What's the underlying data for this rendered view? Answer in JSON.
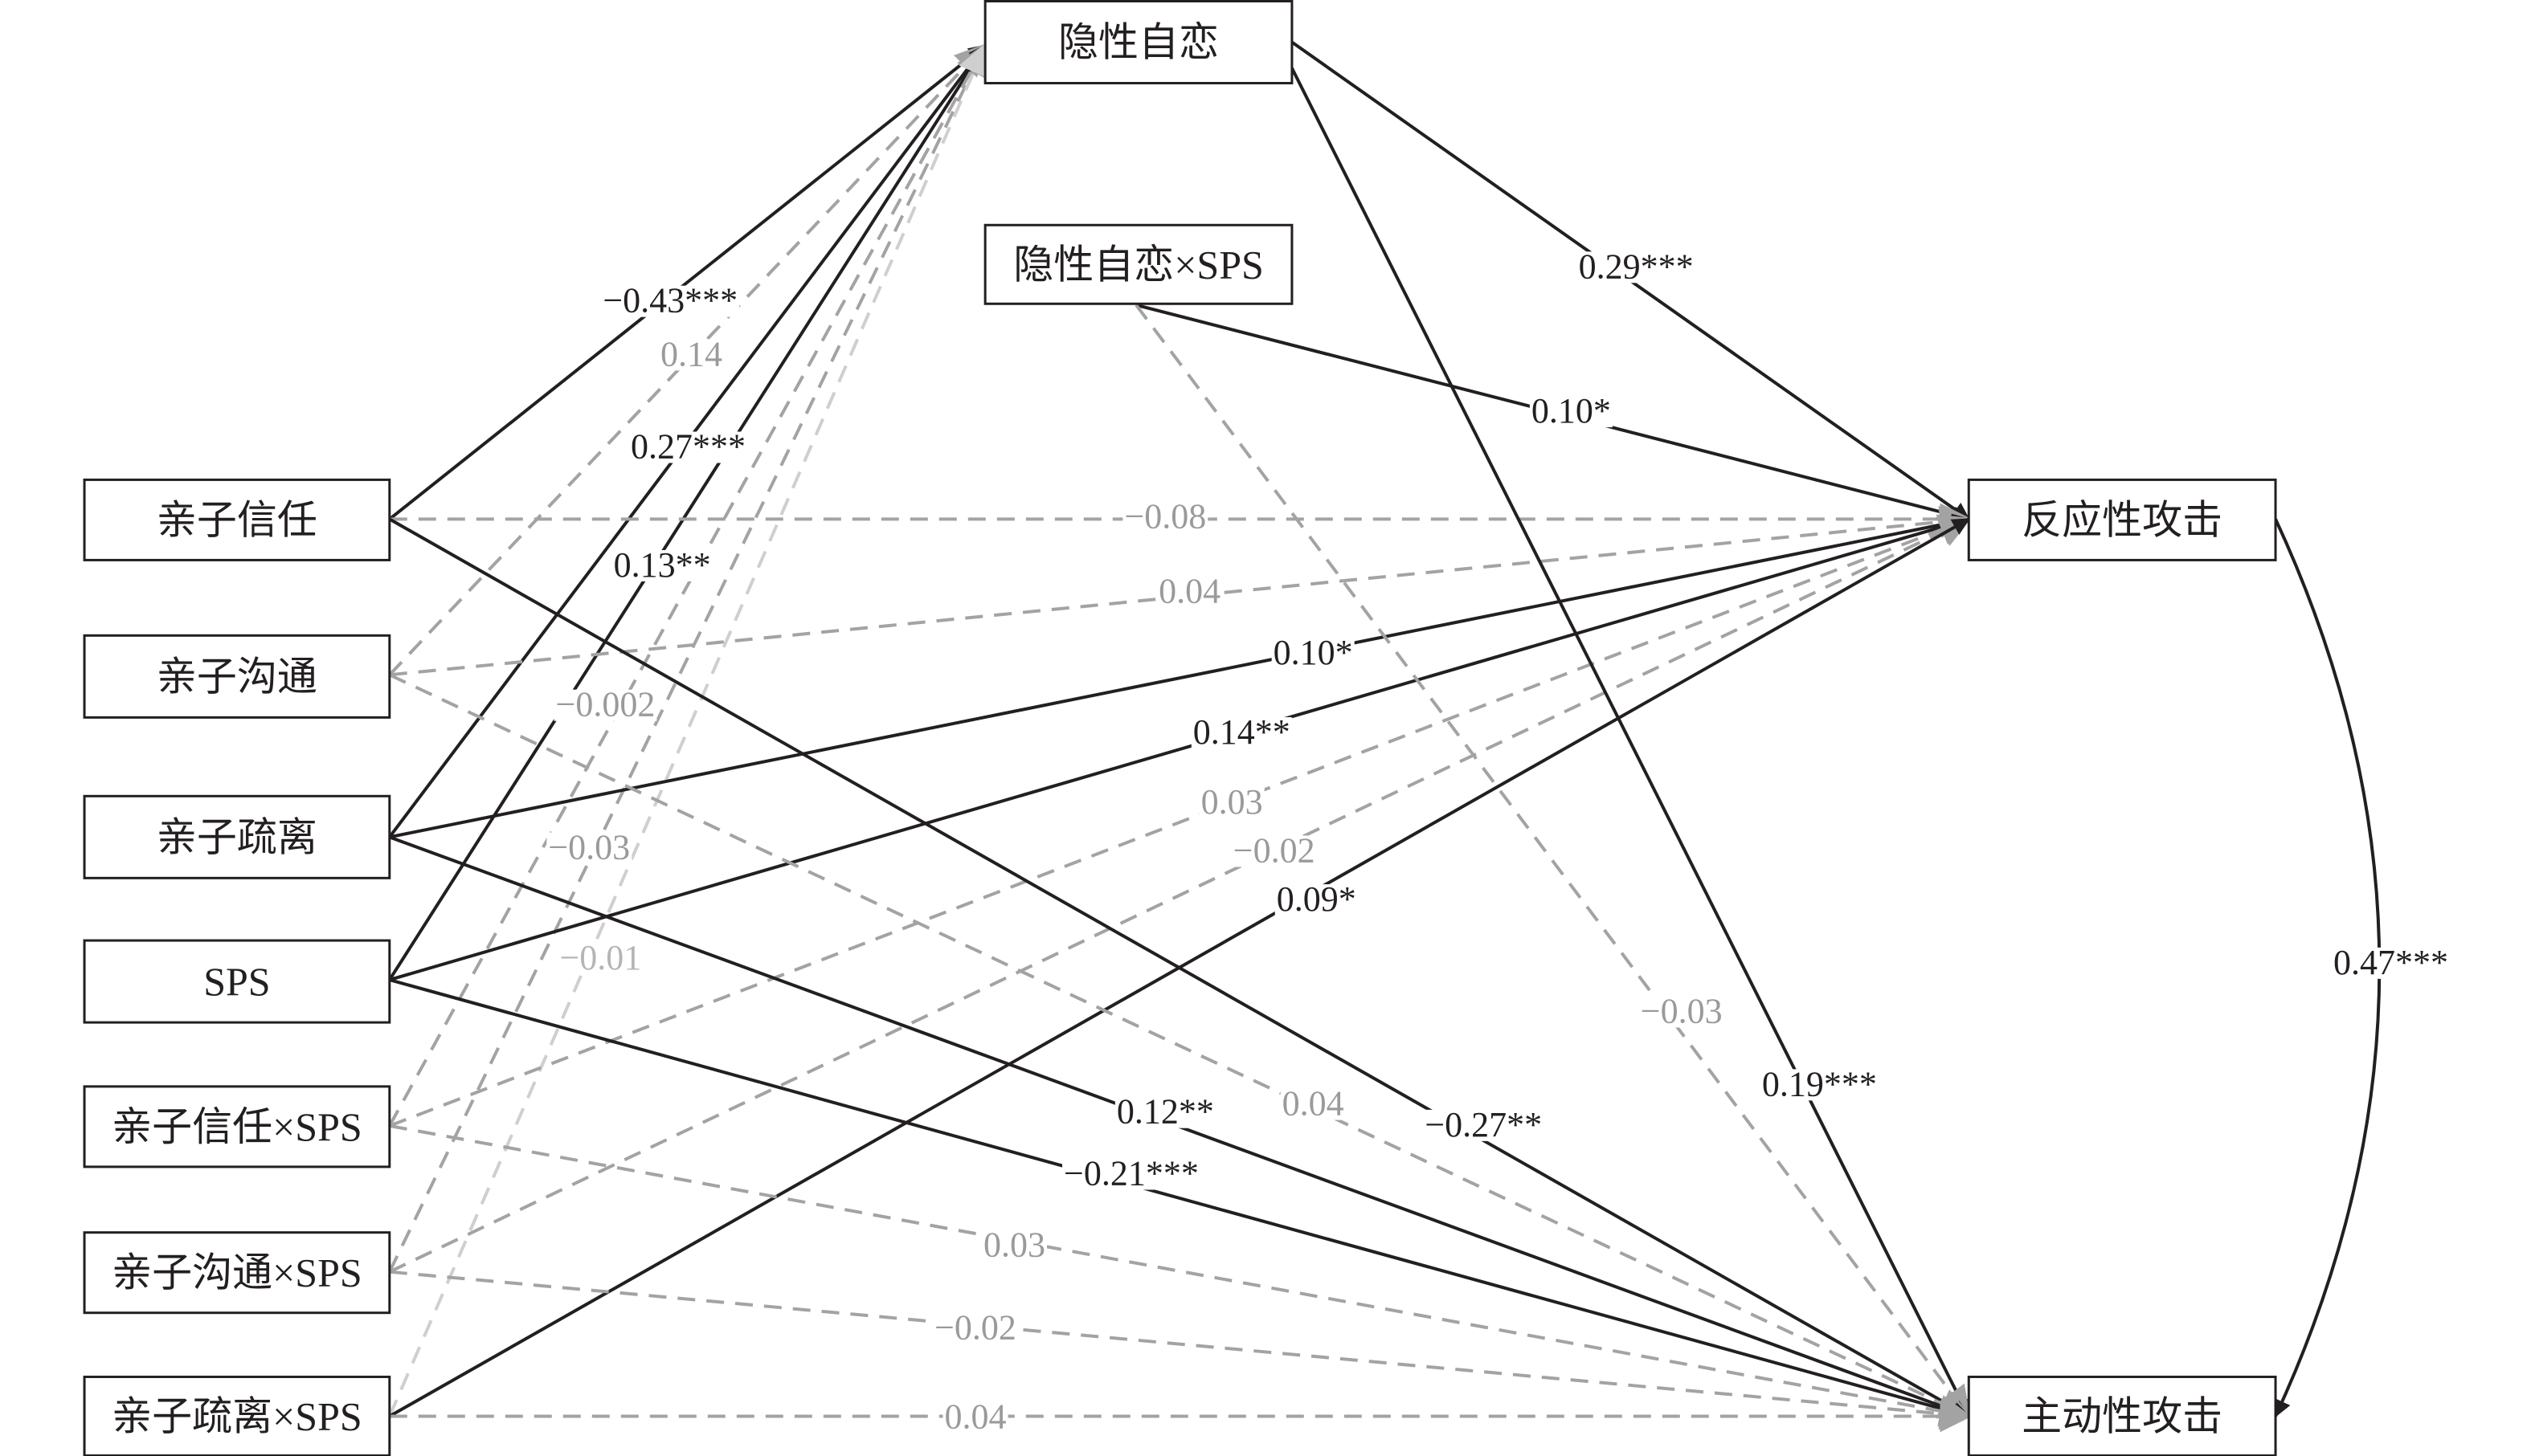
{
  "nodes": {
    "cn": "隐性自恋",
    "cnxsps": "隐性自恋×SPS",
    "trust": "亲子信任",
    "comm": "亲子沟通",
    "alien": "亲子疏离",
    "sps": "SPS",
    "trustxsps": "亲子信任×SPS",
    "commxsps": "亲子沟通×SPS",
    "alienxsps": "亲子疏离×SPS",
    "ra": "反应性攻击",
    "pa": "主动性攻击"
  },
  "colors": {
    "significant": "#231f20",
    "nonsignificant": "#a3a3a3",
    "nonsignificant_light": "#cfcfcf"
  },
  "paths": [
    {
      "id": "p1",
      "from": "trust",
      "to": "cn",
      "coef": "−0.43***",
      "sig": true
    },
    {
      "id": "p2",
      "from": "comm",
      "to": "cn",
      "coef": "0.14",
      "sig": false
    },
    {
      "id": "p3",
      "from": "alien",
      "to": "cn",
      "coef": "0.27***",
      "sig": true
    },
    {
      "id": "p4",
      "from": "sps",
      "to": "cn",
      "coef": "0.13**",
      "sig": true
    },
    {
      "id": "p5",
      "from": "trustxsps",
      "to": "cn",
      "coef": "−0.002",
      "sig": false
    },
    {
      "id": "p6",
      "from": "commxsps",
      "to": "cn",
      "coef": "−0.03",
      "sig": false
    },
    {
      "id": "p7",
      "from": "alienxsps",
      "to": "cn",
      "coef": "−0.01",
      "sig": false,
      "light": true
    },
    {
      "id": "p8",
      "from": "cn",
      "to": "ra",
      "coef": "0.29***",
      "sig": true
    },
    {
      "id": "p9",
      "from": "cnxsps",
      "to": "ra",
      "coef": "0.10*",
      "sig": true
    },
    {
      "id": "p10",
      "from": "trust",
      "to": "ra",
      "coef": "−0.08",
      "sig": false
    },
    {
      "id": "p11",
      "from": "comm",
      "to": "ra",
      "coef": "0.04",
      "sig": false
    },
    {
      "id": "p12",
      "from": "alien",
      "to": "ra",
      "coef": "0.10*",
      "sig": true
    },
    {
      "id": "p13",
      "from": "sps",
      "to": "ra",
      "coef": "0.14**",
      "sig": true
    },
    {
      "id": "p14",
      "from": "trustxsps",
      "to": "ra",
      "coef": "0.03",
      "sig": false
    },
    {
      "id": "p15",
      "from": "commxsps",
      "to": "ra",
      "coef": "−0.02",
      "sig": false
    },
    {
      "id": "p16",
      "from": "alienxsps",
      "to": "ra",
      "coef": "0.09*",
      "sig": true
    },
    {
      "id": "p17",
      "from": "cn",
      "to": "pa",
      "coef": "0.19***",
      "sig": true
    },
    {
      "id": "p18",
      "from": "cnxsps",
      "to": "pa",
      "coef": "−0.03",
      "sig": false
    },
    {
      "id": "p19",
      "from": "trust",
      "to": "pa",
      "coef": "−0.27**",
      "sig": true
    },
    {
      "id": "p20",
      "from": "comm",
      "to": "pa",
      "coef": "0.04",
      "sig": false
    },
    {
      "id": "p21",
      "from": "alien",
      "to": "pa",
      "coef": "0.12**",
      "sig": true
    },
    {
      "id": "p22",
      "from": "sps",
      "to": "pa",
      "coef": "−0.21***",
      "sig": true
    },
    {
      "id": "p23",
      "from": "trustxsps",
      "to": "pa",
      "coef": "0.03",
      "sig": false
    },
    {
      "id": "p24",
      "from": "commxsps",
      "to": "pa",
      "coef": "−0.02",
      "sig": false
    },
    {
      "id": "p25",
      "from": "alienxsps",
      "to": "pa",
      "coef": "0.04",
      "sig": false
    }
  ],
  "covariance": {
    "between": [
      "ra",
      "pa"
    ],
    "coef": "0.47***",
    "sig": true
  }
}
